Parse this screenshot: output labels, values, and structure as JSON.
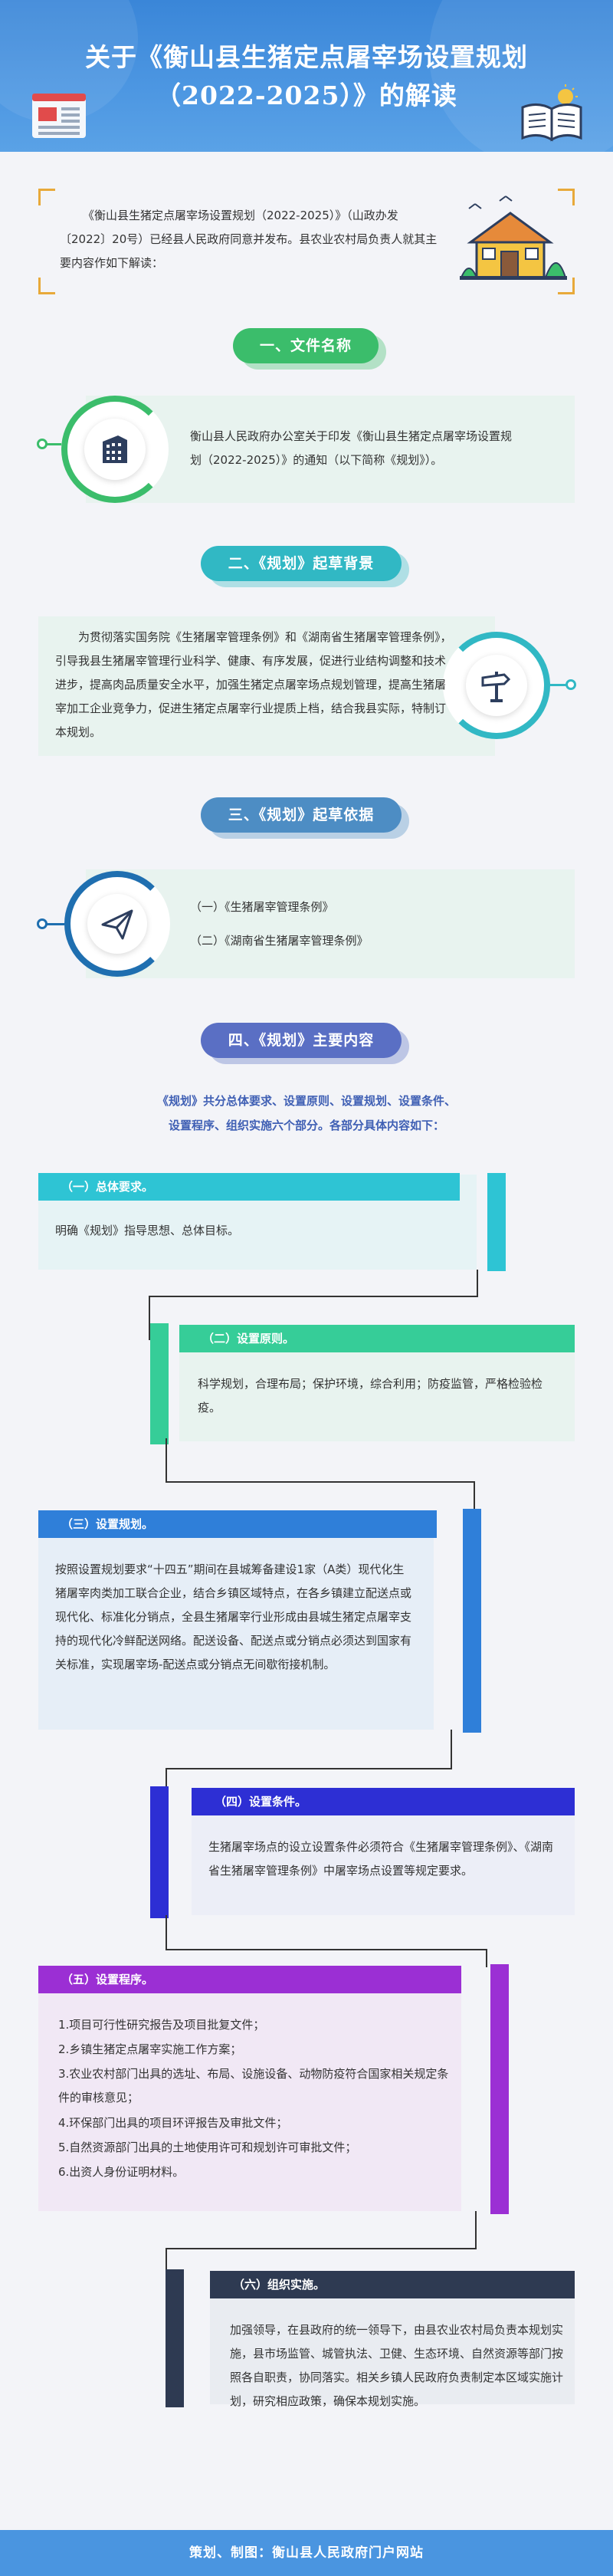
{
  "header": {
    "title_line1": "关于《衡山县生猪定点屠宰场设置规划",
    "title_line2": "（2022-2025）》的解读"
  },
  "intro": {
    "text": "《衡山县生猪定点屠宰场设置规划（2022-2025）》（山政办发〔2022〕20号）已经县人民政府同意并发布。县农业农村局负责人就其主要内容作如下解读："
  },
  "sections": {
    "s1": {
      "title": "一、文件名称",
      "text": "衡山县人民政府办公室关于印发《衡山县生猪定点屠宰场设置规划（2022-2025）》的通知（以下简称《规划》）。"
    },
    "s2": {
      "title": "二、《规划》起草背景",
      "text": "为贯彻落实国务院《生猪屠宰管理条例》和《湖南省生猪屠宰管理条例》，引导我县生猪屠宰管理行业科学、健康、有序发展，促进行业结构调整和技术进步，提高肉品质量安全水平，加强生猪定点屠宰场点规划管理，提高生猪屠宰加工企业竞争力，促进生猪定点屠宰行业提质上档，结合我县实际，特制订本规划。"
    },
    "s3": {
      "title": "三、《规划》起草依据",
      "item1": "（一）《生猪屠宰管理条例》",
      "item2": "（二）《湖南省生猪屠宰管理条例》"
    },
    "s4": {
      "title": "四、《规划》主要内容",
      "intro1": "《规划》共分总体要求、设置原则、设置规划、设置条件、",
      "intro2": "设置程序、组织实施六个部分。各部分具体内容如下："
    }
  },
  "blocks": {
    "b1": {
      "head": "（一）总体要求。",
      "text": "明确《规划》指导思想、总体目标。"
    },
    "b2": {
      "head": "（二）设置原则。",
      "text": "科学规划，合理布局；保护环境，综合利用；防疫监管，严格检验检疫。"
    },
    "b3": {
      "head": "（三）设置规划。",
      "text": "按照设置规划要求“十四五”期间在县城筹备建设1家（A类）现代化生猪屠宰肉类加工联合企业，结合乡镇区域特点，在各乡镇建立配送点或现代化、标准化分销点，全县生猪屠宰行业形成由县城生猪定点屠宰支持的现代化冷鲜配送网络。配送设备、配送点或分销点必须达到国家有关标准，实现屠宰场-配送点或分销点无间歇衔接机制。"
    },
    "b4": {
      "head": "（四）设置条件。",
      "text": "生猪屠宰场点的设立设置条件必须符合《生猪屠宰管理条例》、《湖南省生猪屠宰管理条例》中屠宰场点设置等规定要求。"
    },
    "b5": {
      "head": "（五）设置程序。",
      "items": [
        "1.项目可行性研究报告及项目批复文件；",
        "2.乡镇生猪定点屠宰实施工作方案；",
        "3.农业农村部门出具的选址、布局、设施设备、动物防疫符合国家相关规定条件的审核意见；",
        "4.环保部门出具的项目环评报告及审批文件；",
        "5.自然资源部门出具的土地使用许可和规划许可审批文件；",
        "6.出资人身份证明材料。"
      ]
    },
    "b6": {
      "head": "（六）组织实施。",
      "text": "加强领导，在县政府的统一领导下，由县农业农村局负责本规划实施，县市场监管、城管执法、卫健、生态环境、自然资源等部门按照各自职责，协同落实。相关乡镇人民政府负责制定本区域实施计划，研究相应政策，确保本规划实施。"
    }
  },
  "footer": {
    "text": "策划、制图：衡山县人民政府门户网站"
  },
  "colors": {
    "header_blue": "#3a86d8",
    "green": "#3bbd6b",
    "teal": "#31b8c4",
    "steel_blue": "#4d8dc4",
    "indigo": "#5a6fc4",
    "cyan": "#2ec4d4",
    "mint": "#36cd98",
    "royal_blue": "#2f7fd9",
    "deep_indigo": "#2d2fd4",
    "purple": "#9b2fd4",
    "navy": "#2e3a52",
    "orange": "#e8a93a"
  }
}
